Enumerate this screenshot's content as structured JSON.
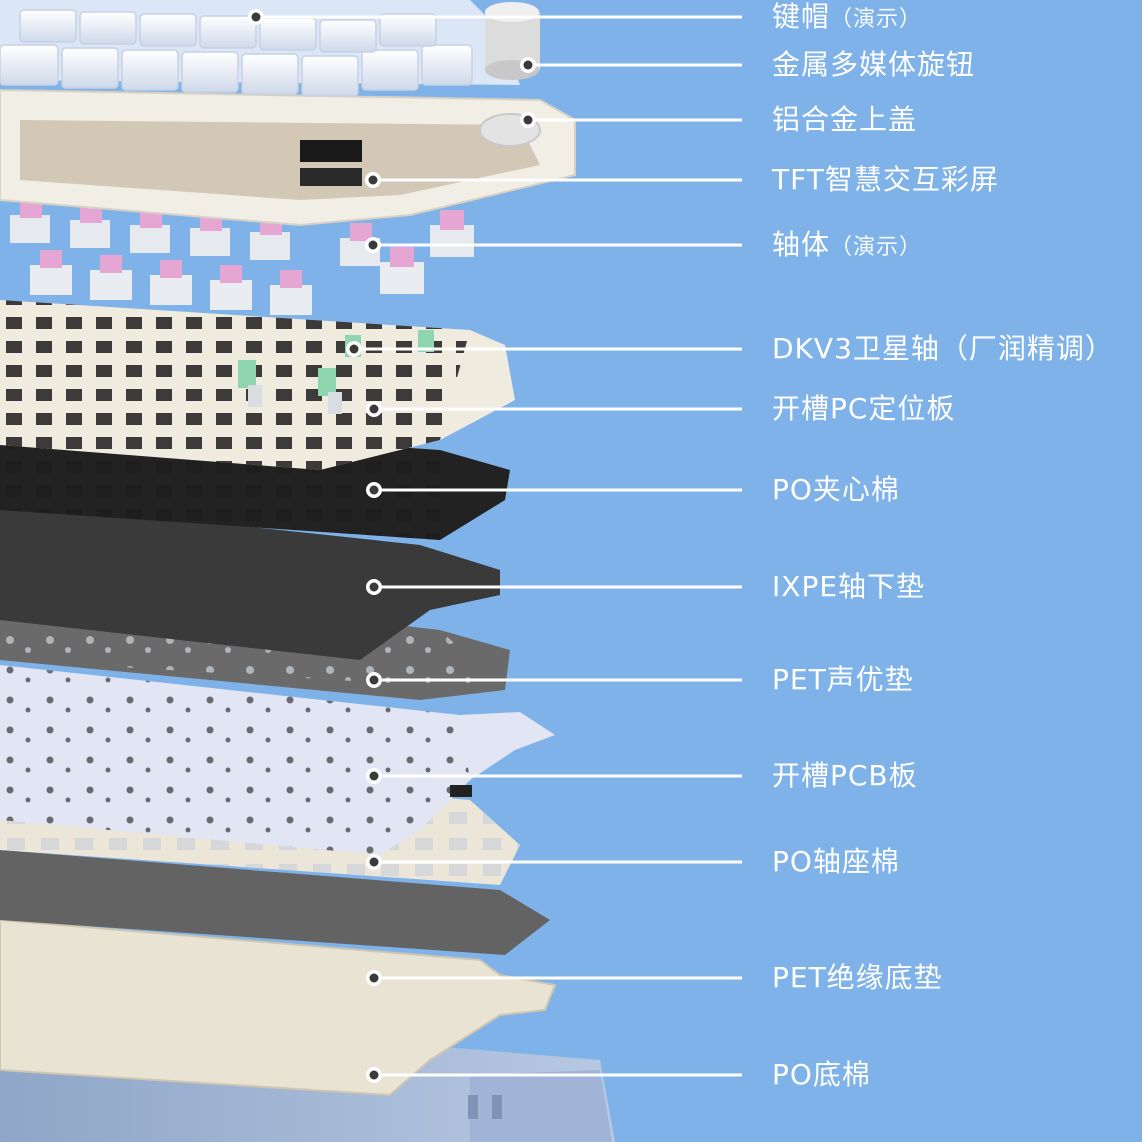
{
  "colors": {
    "background": "#7fb2e8",
    "callout": "#ffffff",
    "keycap": "#eef3fb",
    "switch_pink": "#e6a6d4",
    "switch_green": "#8fd6b0",
    "frame": "#f2ead8",
    "dark_foam": "#2a2a2a",
    "pcb": "#dfe3f3",
    "case": "#a9bddb"
  },
  "layers": [
    {
      "name": "键帽",
      "note": "（演示）"
    },
    {
      "name": "金属多媒体旋钮",
      "note": ""
    },
    {
      "name": "铝合金上盖",
      "note": ""
    },
    {
      "name": "TFT智慧交互彩屏",
      "note": ""
    },
    {
      "name": "轴体",
      "note": "（演示）"
    },
    {
      "name": "DKV3卫星轴（厂润精调）",
      "note": ""
    },
    {
      "name": "开槽PC定位板",
      "note": ""
    },
    {
      "name": "PO夹心棉",
      "note": ""
    },
    {
      "name": "IXPE轴下垫",
      "note": ""
    },
    {
      "name": "PET声优垫",
      "note": ""
    },
    {
      "name": "开槽PCB板",
      "note": ""
    },
    {
      "name": "PO轴座棉",
      "note": ""
    },
    {
      "name": "PET绝缘底垫",
      "note": ""
    },
    {
      "name": "PO底棉",
      "note": ""
    }
  ]
}
